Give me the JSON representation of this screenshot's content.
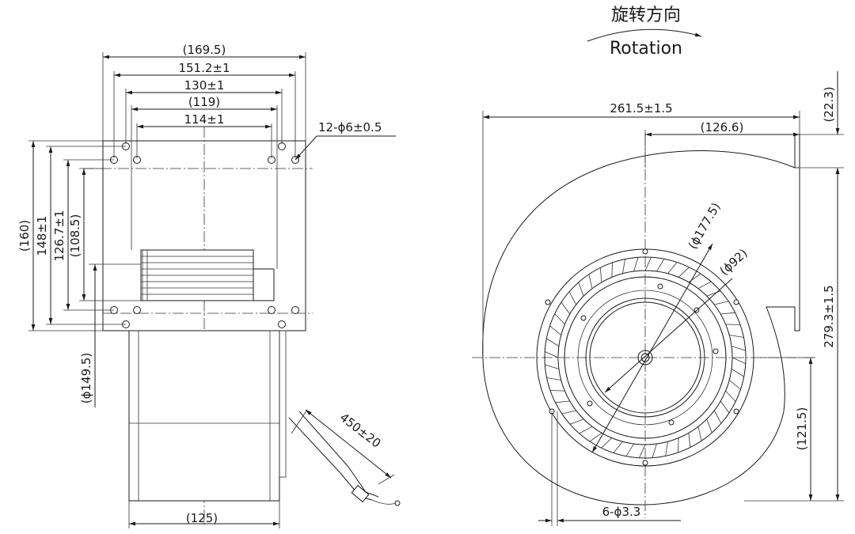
{
  "rotation": {
    "label_cn": "旋转方向",
    "label_en": "Rotation"
  },
  "side_view": {
    "width_169_5": "(169.5)",
    "width_151_2": "151.2±1",
    "width_130": "130±1",
    "width_119": "(119)",
    "width_114": "114±1",
    "holes": "12-ϕ6±0.5",
    "height_160": "(160)",
    "height_148": "148±1",
    "height_126_7": "126.7±1",
    "height_108_5": "(108.5)",
    "diameter_149_5": "(ϕ149.5)",
    "cable_length": "450±20",
    "base_125": "(125)"
  },
  "front_view": {
    "width_261_5": "261.5±1.5",
    "width_126_6": "(126.6)",
    "offset_22_3": "(22.3)",
    "diameter_177_5": "(ϕ177.5)",
    "diameter_92": "(ϕ92)",
    "height_279_3": "279.3±1.5",
    "height_121_5": "(121.5)",
    "holes": "6-ϕ3.3"
  }
}
